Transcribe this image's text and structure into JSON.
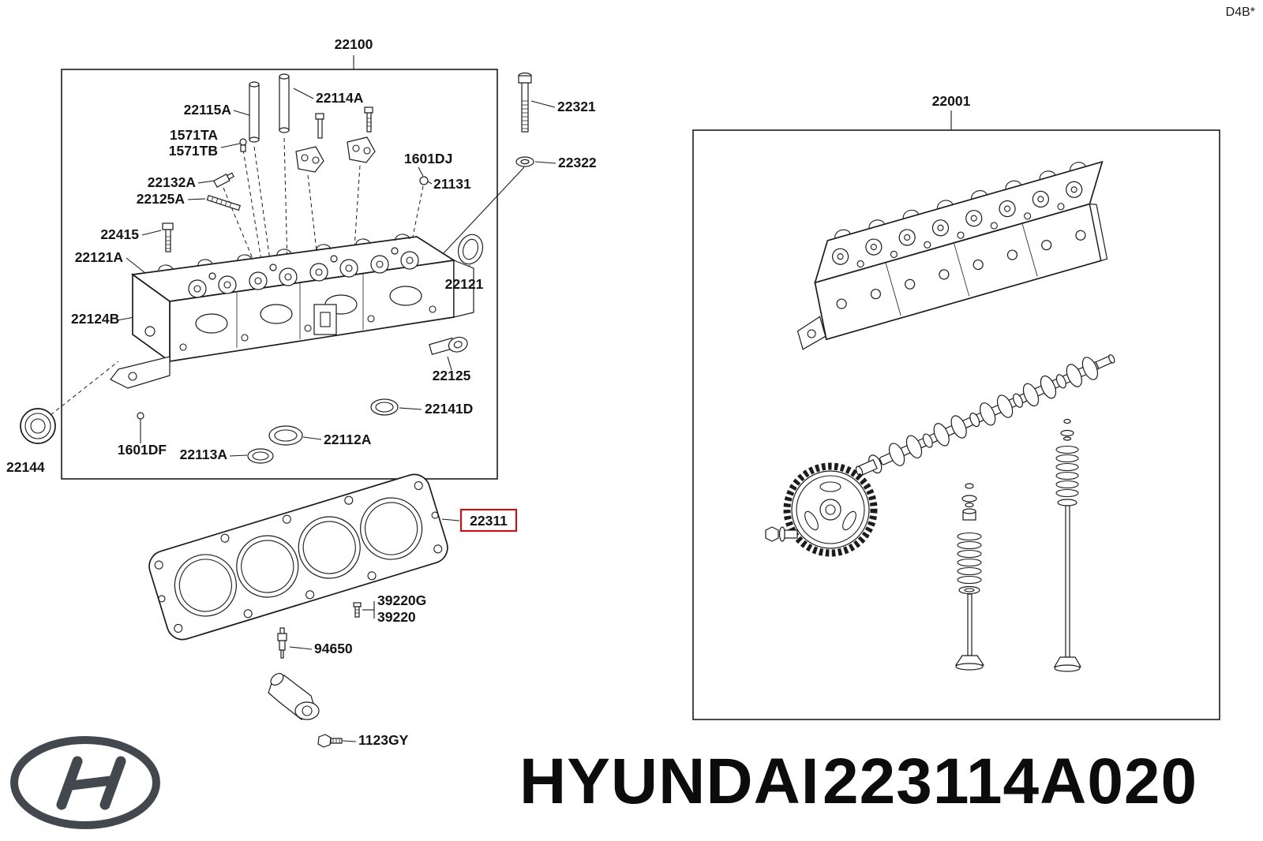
{
  "doc": {
    "code": "D4B*"
  },
  "footer": {
    "brand": "HYUNDAI",
    "part_number": "223114A020"
  },
  "colors": {
    "highlight": "#c81414",
    "ink": "#1c1c1c"
  },
  "parts": {
    "p22100": "22100",
    "p22001": "22001",
    "p22115A": "22115A",
    "p22114A": "22114A",
    "p1571TA": "1571TA",
    "p1571TB": "1571TB",
    "p22132A": "22132A",
    "p22125A": "22125A",
    "p22415": "22415",
    "p22121A": "22121A",
    "p1601DJ": "1601DJ",
    "p21131": "21131",
    "p22321": "22321",
    "p22322": "22322",
    "p22124B": "22124B",
    "p22121": "22121",
    "p22125": "22125",
    "p22141D": "22141D",
    "p22112A": "22112A",
    "p22113A": "22113A",
    "p1601DF": "1601DF",
    "p22144": "22144",
    "p22311": "22311",
    "p39220G": "39220G",
    "p39220": "39220",
    "p94650": "94650",
    "p1123GY": "1123GY"
  }
}
